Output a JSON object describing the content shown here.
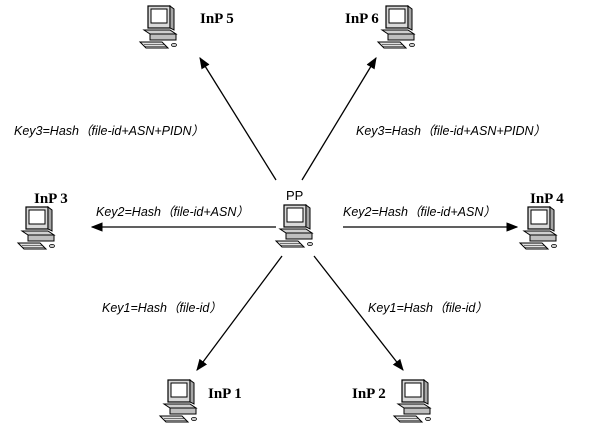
{
  "center": {
    "label": "PP"
  },
  "nodes": {
    "inp5": {
      "label": "InP 5"
    },
    "inp6": {
      "label": "InP 6"
    },
    "inp3": {
      "label": "InP 3"
    },
    "inp4": {
      "label": "InP 4"
    },
    "inp1": {
      "label": "InP 1"
    },
    "inp2": {
      "label": "InP 2"
    }
  },
  "edges": {
    "to_inp5": "Key3=Hash（file-id+ASN+PIDN）",
    "to_inp6": "Key3=Hash（file-id+ASN+PIDN）",
    "to_inp3": "Key2=Hash（file-id+ASN）",
    "to_inp4": "Key2=Hash（file-id+ASN）",
    "to_inp1": "Key1=Hash（file-id）",
    "to_inp2": "Key1=Hash（file-id）"
  }
}
